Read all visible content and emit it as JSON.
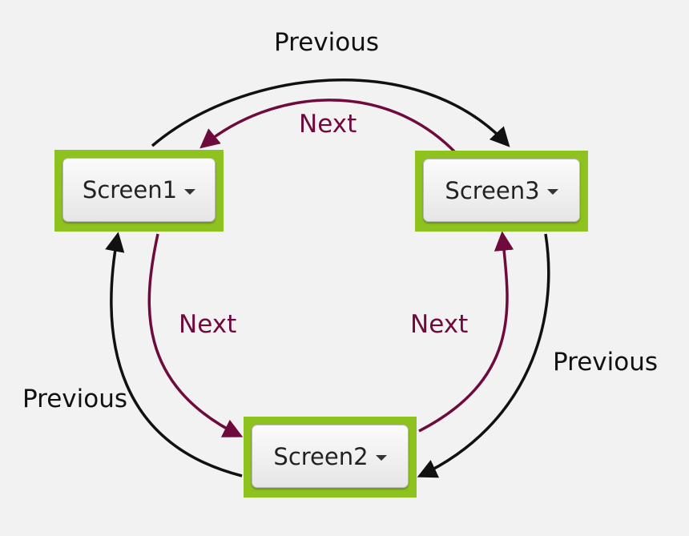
{
  "screens": [
    {
      "id": "screen1",
      "label": "Screen1"
    },
    {
      "id": "screen2",
      "label": "Screen2"
    },
    {
      "id": "screen3",
      "label": "Screen3"
    }
  ],
  "edges": {
    "next_label": "Next",
    "previous_label": "Previous"
  },
  "colors": {
    "background": "#f2f2f2",
    "box": "#8dc21f",
    "next": "#6e0b3c",
    "previous": "#111111"
  },
  "icons": {
    "dropdown": "caret-down-icon"
  }
}
